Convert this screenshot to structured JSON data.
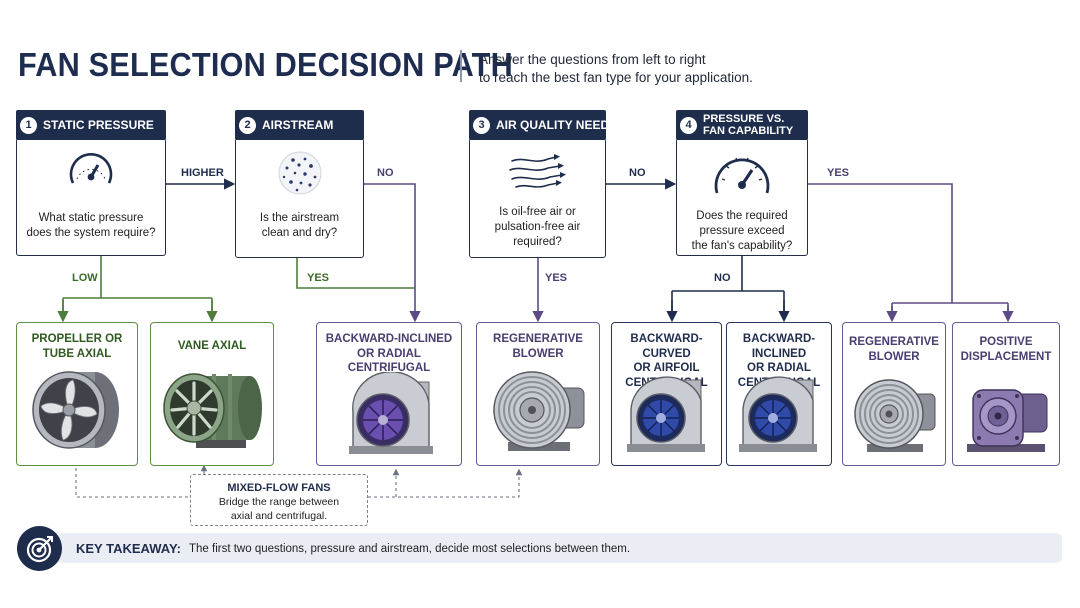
{
  "header": {
    "title": "FAN SELECTION DECISION PATH",
    "subtitle_line1": "Answer the questions from left to right",
    "subtitle_line2": "to reach the best fan type for your application."
  },
  "questions": [
    {
      "number": "1",
      "label": "STATIC PRESSURE",
      "icon": "pressure-gauge-icon",
      "question": "What static pressure\ndoes the system require?"
    },
    {
      "number": "2",
      "label": "AIRSTREAM",
      "icon": "particles-icon",
      "question": "Is the airstream\nclean and dry?"
    },
    {
      "number": "3",
      "label": "AIR QUALITY NEED",
      "icon": "airflow-lines-icon",
      "question": "Is oil-free air or\npulsation-free air\nrequired?"
    },
    {
      "number": "4",
      "label": "PRESSURE VS.\nFAN CAPABILITY",
      "icon": "pressure-gauge-icon",
      "question": "Does the required\npressure exceed\nthe fan's capability?"
    }
  ],
  "edge_labels": {
    "q1_right": "HIGHER",
    "q1_down": "LOW",
    "q2_down": "YES",
    "q2_right": "NO",
    "q3_down": "YES",
    "q3_right": "NO",
    "q4_down": "NO",
    "q4_right": "YES"
  },
  "results": [
    {
      "title": "PROPELLER OR\nTUBE AXIAL",
      "image": "propeller-fan-image",
      "color": "#5e8f44"
    },
    {
      "title": "VANE AXIAL",
      "image": "vane-axial-fan-image",
      "color": "#5e8f44"
    },
    {
      "title": "BACKWARD-INCLINED\nOR RADIAL\nCENTRIFUGAL",
      "image": "centrifugal-fan-purple-image",
      "color": "#6a5a92"
    },
    {
      "title": "REGENERATIVE\nBLOWER",
      "image": "regenerative-blower-image",
      "color": "#6a5a92"
    },
    {
      "title": "BACKWARD-CURVED\nOR AIRFOIL\nCENTRIFUGAL",
      "image": "centrifugal-fan-blue-image",
      "color": "#27365a"
    },
    {
      "title": "BACKWARD-INCLINED\nOR RADIAL\nCENTRIFUGAL",
      "image": "centrifugal-fan-blue-image",
      "color": "#27365a"
    },
    {
      "title": "REGENERATIVE\nBLOWER",
      "image": "regenerative-blower-image",
      "color": "#6a5a92"
    },
    {
      "title": "POSITIVE\nDISPLACEMENT",
      "image": "positive-displacement-blower-image",
      "color": "#6a5a92"
    }
  ],
  "mixed_flow": {
    "title": "MIXED-FLOW FANS",
    "text": "Bridge the range between\naxial and centrifugal."
  },
  "takeaway": {
    "icon": "target-icon",
    "label": "KEY TAKEAWAY:",
    "text": "The first two questions, pressure and airstream, decide most selections between them."
  },
  "colors": {
    "navy": "#1f2d4d",
    "green": "#4f7d3a",
    "purple": "#5b4a86",
    "dashed": "#7d8394"
  }
}
